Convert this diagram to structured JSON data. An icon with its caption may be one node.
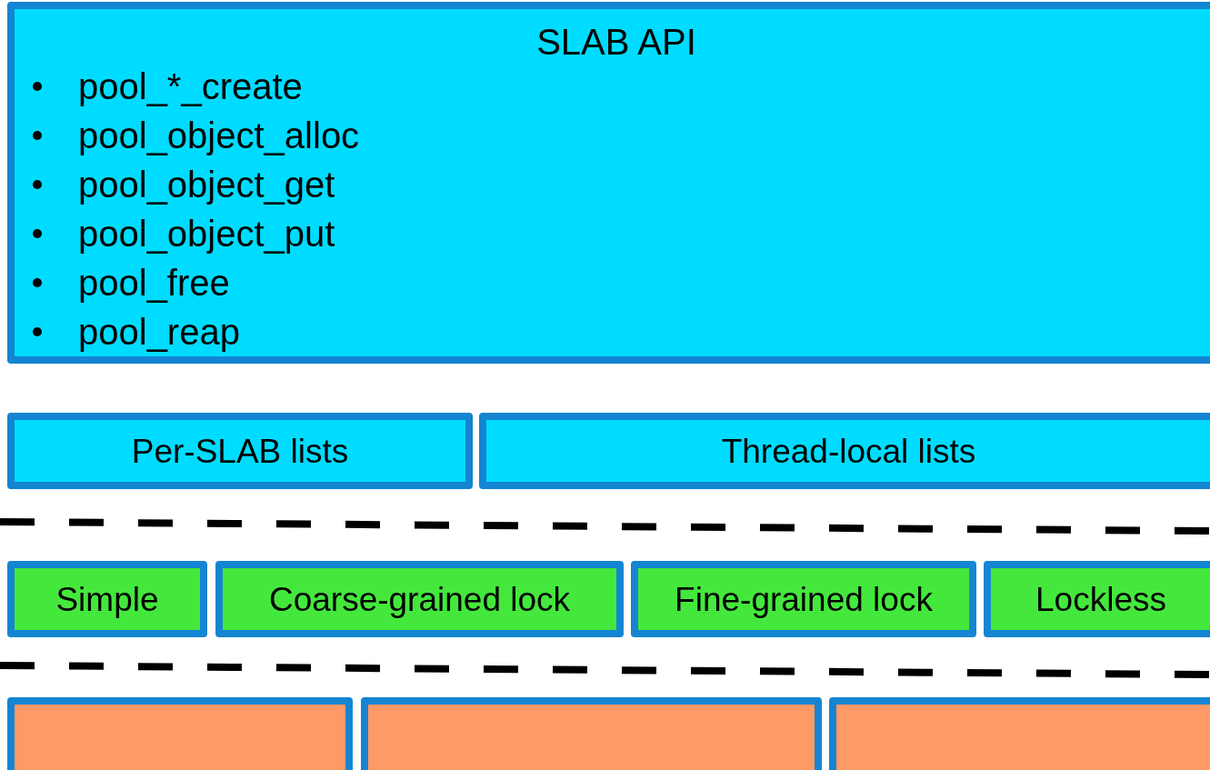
{
  "diagram": {
    "nodes": [
      {
        "text": [
          "SLAB API",
          "pool_*_create",
          "pool_object_alloc",
          "pool_object_get",
          "pool_object_put",
          "pool_free",
          "pool_reap"
        ]
      },
      {
        "text": [
          "Per-SLAB lists"
        ]
      },
      {
        "text": [
          "Thread-local lists"
        ]
      },
      {
        "text": [
          "Simple"
        ]
      },
      {
        "text": [
          "Coarse-grained lock"
        ]
      },
      {
        "text": [
          "Fine-grained lock"
        ]
      },
      {
        "text": [
          "Lockless"
        ]
      },
      {
        "text": [],
        "shape": "box"
      },
      {
        "text": [],
        "shape": "box"
      },
      {
        "text": [],
        "shape": "box"
      }
    ]
  }
}
